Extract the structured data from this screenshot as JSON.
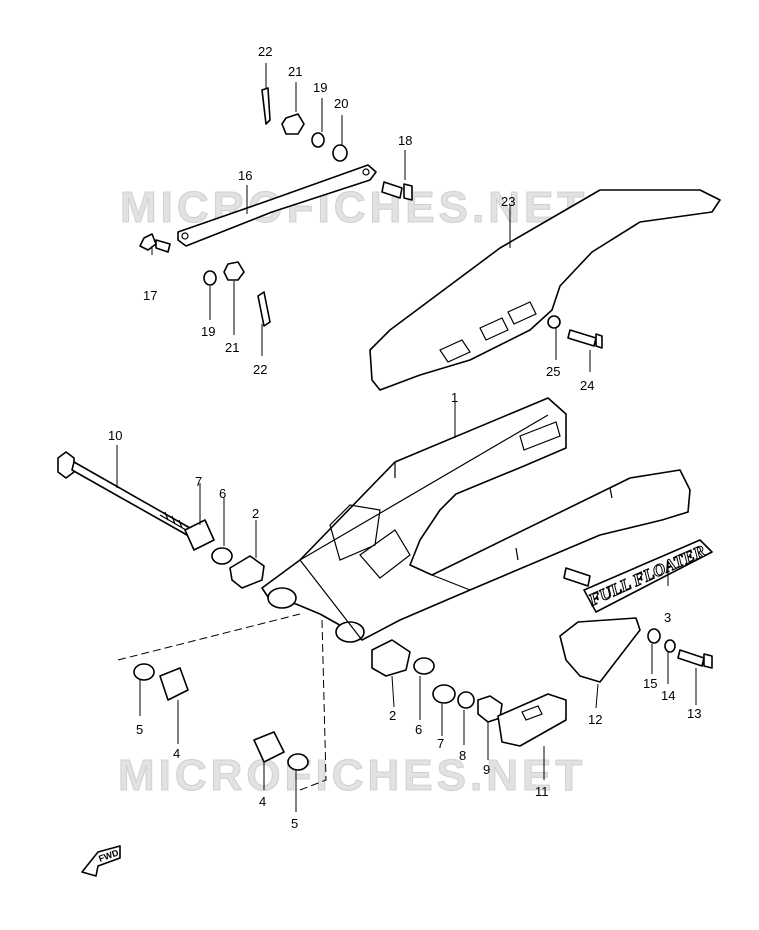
{
  "watermark": "MICROFICHES.NET",
  "badge_text": "FULL FLOATER",
  "direction_label": "FWD",
  "callouts": [
    "1",
    "2",
    "2",
    "3",
    "4",
    "4",
    "5",
    "5",
    "6",
    "6",
    "7",
    "7",
    "8",
    "9",
    "10",
    "11",
    "12",
    "13",
    "14",
    "15",
    "16",
    "17",
    "18",
    "19",
    "19",
    "20",
    "21",
    "21",
    "22",
    "22",
    "23",
    "24",
    "25"
  ]
}
